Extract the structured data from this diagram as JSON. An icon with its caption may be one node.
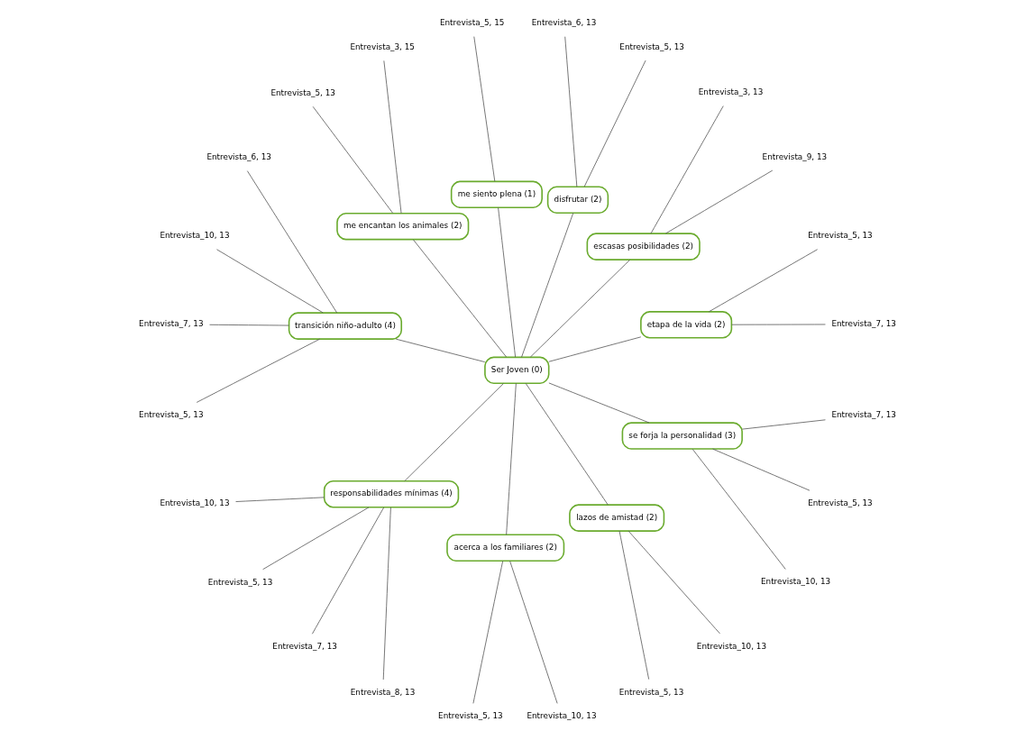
{
  "diagram": {
    "nodes": [
      {
        "text": [
          "Ser Joven (0)"
        ]
      },
      {
        "text": [
          "etapa de la vida (2)"
        ]
      },
      {
        "text": [
          "escasas posibilidades (2)"
        ]
      },
      {
        "text": [
          "disfrutar (2)"
        ]
      },
      {
        "text": [
          "me siento plena (1)"
        ]
      },
      {
        "text": [
          "me encantan los animales (2)"
        ]
      },
      {
        "text": [
          "transición niño-adulto (4)"
        ]
      },
      {
        "text": [
          "responsabilidades mínimas (4)"
        ]
      },
      {
        "text": [
          "acerca a los familiares (2)"
        ]
      },
      {
        "text": [
          "lazos de amistad (2)"
        ]
      },
      {
        "text": [
          "se forja la personalidad (3)"
        ]
      },
      {
        "text": [
          "Entrevista_7, 13"
        ]
      },
      {
        "text": [
          "Entrevista_5, 13"
        ]
      },
      {
        "text": [
          "Entrevista_9, 13"
        ]
      },
      {
        "text": [
          "Entrevista_3, 13"
        ]
      },
      {
        "text": [
          "Entrevista_5, 13"
        ]
      },
      {
        "text": [
          "Entrevista_6, 13"
        ]
      },
      {
        "text": [
          "Entrevista_5, 15"
        ]
      },
      {
        "text": [
          "Entrevista_3, 15"
        ]
      },
      {
        "text": [
          "Entrevista_5, 13"
        ]
      },
      {
        "text": [
          "Entrevista_6, 13"
        ]
      },
      {
        "text": [
          "Entrevista_10, 13"
        ]
      },
      {
        "text": [
          "Entrevista_7, 13"
        ]
      },
      {
        "text": [
          "Entrevista_5, 13"
        ]
      },
      {
        "text": [
          "Entrevista_10, 13"
        ]
      },
      {
        "text": [
          "Entrevista_5, 13"
        ]
      },
      {
        "text": [
          "Entrevista_7, 13"
        ]
      },
      {
        "text": [
          "Entrevista_8, 13"
        ]
      },
      {
        "text": [
          "Entrevista_5, 13"
        ]
      },
      {
        "text": [
          "Entrevista_10, 13"
        ]
      },
      {
        "text": [
          "Entrevista_5, 13"
        ]
      },
      {
        "text": [
          "Entrevista_10, 13"
        ]
      },
      {
        "text": [
          "Entrevista_10, 13"
        ]
      },
      {
        "text": [
          "Entrevista_5, 13"
        ]
      },
      {
        "text": [
          "Entrevista_7, 13"
        ]
      }
    ],
    "edges": [
      {
        "from": 0,
        "to": 1,
        "arrow": "none"
      },
      {
        "from": 0,
        "to": 2,
        "arrow": "none"
      },
      {
        "from": 0,
        "to": 3,
        "arrow": "none"
      },
      {
        "from": 0,
        "to": 4,
        "arrow": "none"
      },
      {
        "from": 0,
        "to": 5,
        "arrow": "none"
      },
      {
        "from": 0,
        "to": 6,
        "arrow": "none"
      },
      {
        "from": 0,
        "to": 7,
        "arrow": "none"
      },
      {
        "from": 0,
        "to": 8,
        "arrow": "none"
      },
      {
        "from": 0,
        "to": 9,
        "arrow": "none"
      },
      {
        "from": 0,
        "to": 10,
        "arrow": "none"
      },
      {
        "from": 1,
        "to": 11,
        "arrow": "none"
      },
      {
        "from": 1,
        "to": 12,
        "arrow": "none"
      },
      {
        "from": 2,
        "to": 13,
        "arrow": "none"
      },
      {
        "from": 2,
        "to": 14,
        "arrow": "none"
      },
      {
        "from": 3,
        "to": 15,
        "arrow": "none"
      },
      {
        "from": 3,
        "to": 16,
        "arrow": "none"
      },
      {
        "from": 4,
        "to": 17,
        "arrow": "none"
      },
      {
        "from": 5,
        "to": 18,
        "arrow": "none"
      },
      {
        "from": 5,
        "to": 19,
        "arrow": "none"
      },
      {
        "from": 6,
        "to": 20,
        "arrow": "none"
      },
      {
        "from": 6,
        "to": 21,
        "arrow": "none"
      },
      {
        "from": 6,
        "to": 22,
        "arrow": "none"
      },
      {
        "from": 6,
        "to": 23,
        "arrow": "none"
      },
      {
        "from": 7,
        "to": 24,
        "arrow": "none"
      },
      {
        "from": 7,
        "to": 25,
        "arrow": "none"
      },
      {
        "from": 7,
        "to": 26,
        "arrow": "none"
      },
      {
        "from": 7,
        "to": 27,
        "arrow": "none"
      },
      {
        "from": 8,
        "to": 28,
        "arrow": "none"
      },
      {
        "from": 8,
        "to": 29,
        "arrow": "none"
      },
      {
        "from": 9,
        "to": 30,
        "arrow": "none"
      },
      {
        "from": 9,
        "to": 31,
        "arrow": "none"
      },
      {
        "from": 10,
        "to": 32,
        "arrow": "none"
      },
      {
        "from": 10,
        "to": 33,
        "arrow": "none"
      },
      {
        "from": 10,
        "to": 34,
        "arrow": "none"
      }
    ]
  }
}
